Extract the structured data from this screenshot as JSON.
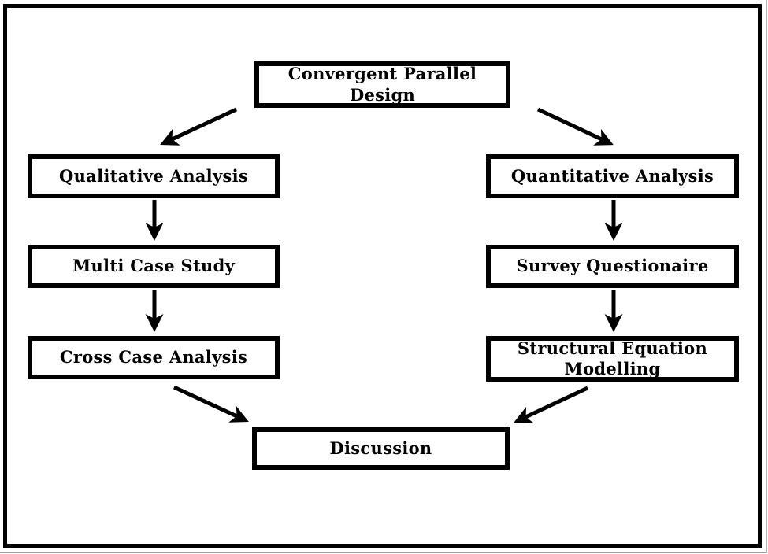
{
  "nodes": {
    "top": {
      "label": "Convergent Parallel Design"
    },
    "left": [
      {
        "label": "Qualitative Analysis"
      },
      {
        "label": "Multi Case Study"
      },
      {
        "label": "Cross Case Analysis"
      }
    ],
    "right": [
      {
        "label": "Quantitative Analysis"
      },
      {
        "label": "Survey Questionaire"
      },
      {
        "label": "Structural Equation Modelling"
      }
    ],
    "bottom": {
      "label": "Discussion"
    }
  },
  "colors": {
    "box_border": "#000000",
    "box_fill": "#ffffff",
    "arrow": "#000000",
    "text": "#000000",
    "background": "#ffffff"
  }
}
